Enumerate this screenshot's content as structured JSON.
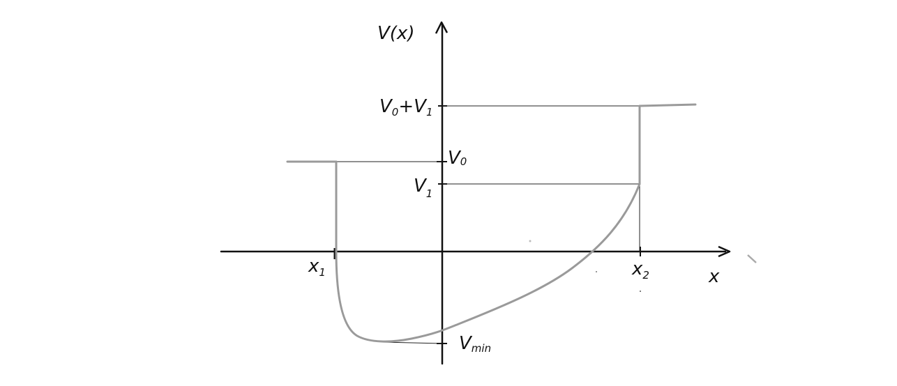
{
  "labels": {
    "y_axis": "V(x)",
    "x_axis": "x",
    "x1": "x",
    "x1_sub": "1",
    "x2": "x",
    "x2_sub": "2",
    "v0": "V",
    "v0_sub": "0",
    "v1": "V",
    "v1_sub": "1",
    "v0v1_a": "V",
    "v0v1_a_sub": "0",
    "v0v1_plus": "+",
    "v0v1_b": "V",
    "v0v1_b_sub": "1",
    "vmin": "V",
    "vmin_sub": "min"
  },
  "colors": {
    "axis": "#111111",
    "curve": "#9a9a9a",
    "guide": "#222222"
  }
}
